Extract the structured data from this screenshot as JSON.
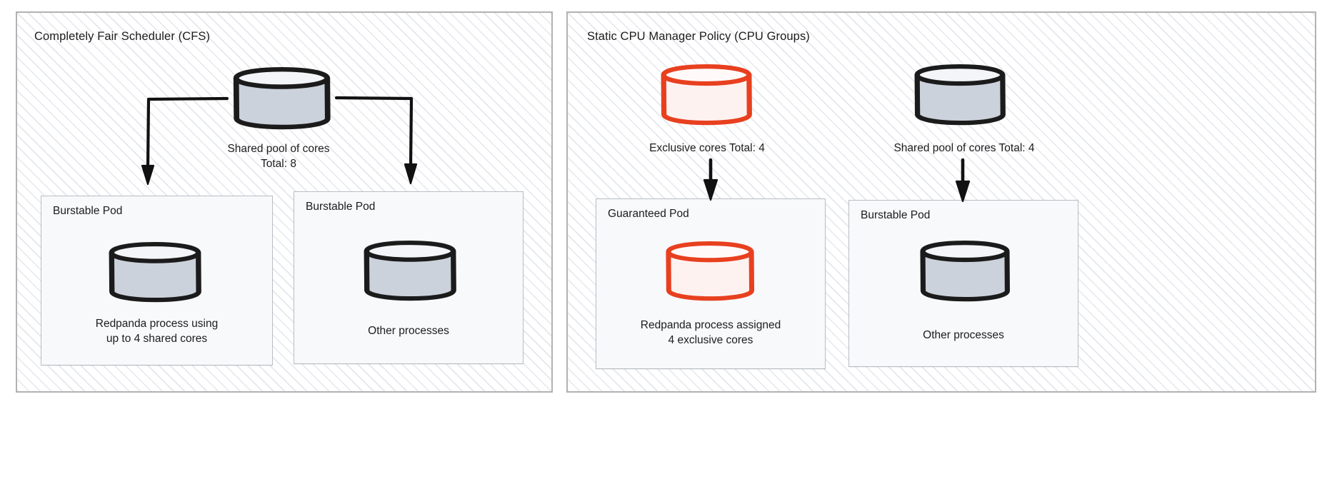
{
  "diagram": {
    "title_hidden": "",
    "colors": {
      "panel_border": "#b2b2b2",
      "hatch": "#e0e3e9",
      "pod_border": "#b9bdc3",
      "pod_fill": "#f7f9fb",
      "cylinder_stroke_dark": "#1b1b1b",
      "cylinder_fill_gray": "#ccd2dc",
      "cylinder_stroke_red": "#e8401f",
      "cylinder_fill_red": "#fdf2f0",
      "arrow": "#111111",
      "text": "#1c1c1c"
    }
  },
  "panels": [
    {
      "id": "cfs",
      "title": "Completely Fair Scheduler (CFS)",
      "pool": {
        "name": "shared-pool-cylinder",
        "variant": "gray",
        "label_line1": "Shared pool of cores",
        "label_line2": "Total: 8"
      },
      "pods": [
        {
          "title": "Burstable Pod",
          "cylinder_variant": "gray",
          "caption_line1": "Redpanda process using",
          "caption_line2": "up to 4 shared cores"
        },
        {
          "title": "Burstable Pod",
          "cylinder_variant": "gray",
          "caption_line1": "Other processes",
          "caption_line2": ""
        }
      ]
    },
    {
      "id": "static",
      "title": "Static CPU Manager Policy (CPU Groups)",
      "pools": [
        {
          "name": "exclusive-cores-cylinder",
          "variant": "red",
          "label_line1": "Exclusive cores Total: 4",
          "label_line2": ""
        },
        {
          "name": "shared-pool-cylinder",
          "variant": "gray",
          "label_line1": "Shared pool of cores Total: 4",
          "label_line2": ""
        }
      ],
      "pods": [
        {
          "title": "Guaranteed Pod",
          "cylinder_variant": "red",
          "caption_line1": "Redpanda process assigned",
          "caption_line2": "4 exclusive cores"
        },
        {
          "title": "Burstable Pod",
          "cylinder_variant": "gray",
          "caption_line1": "Other processes",
          "caption_line2": ""
        }
      ]
    }
  ]
}
